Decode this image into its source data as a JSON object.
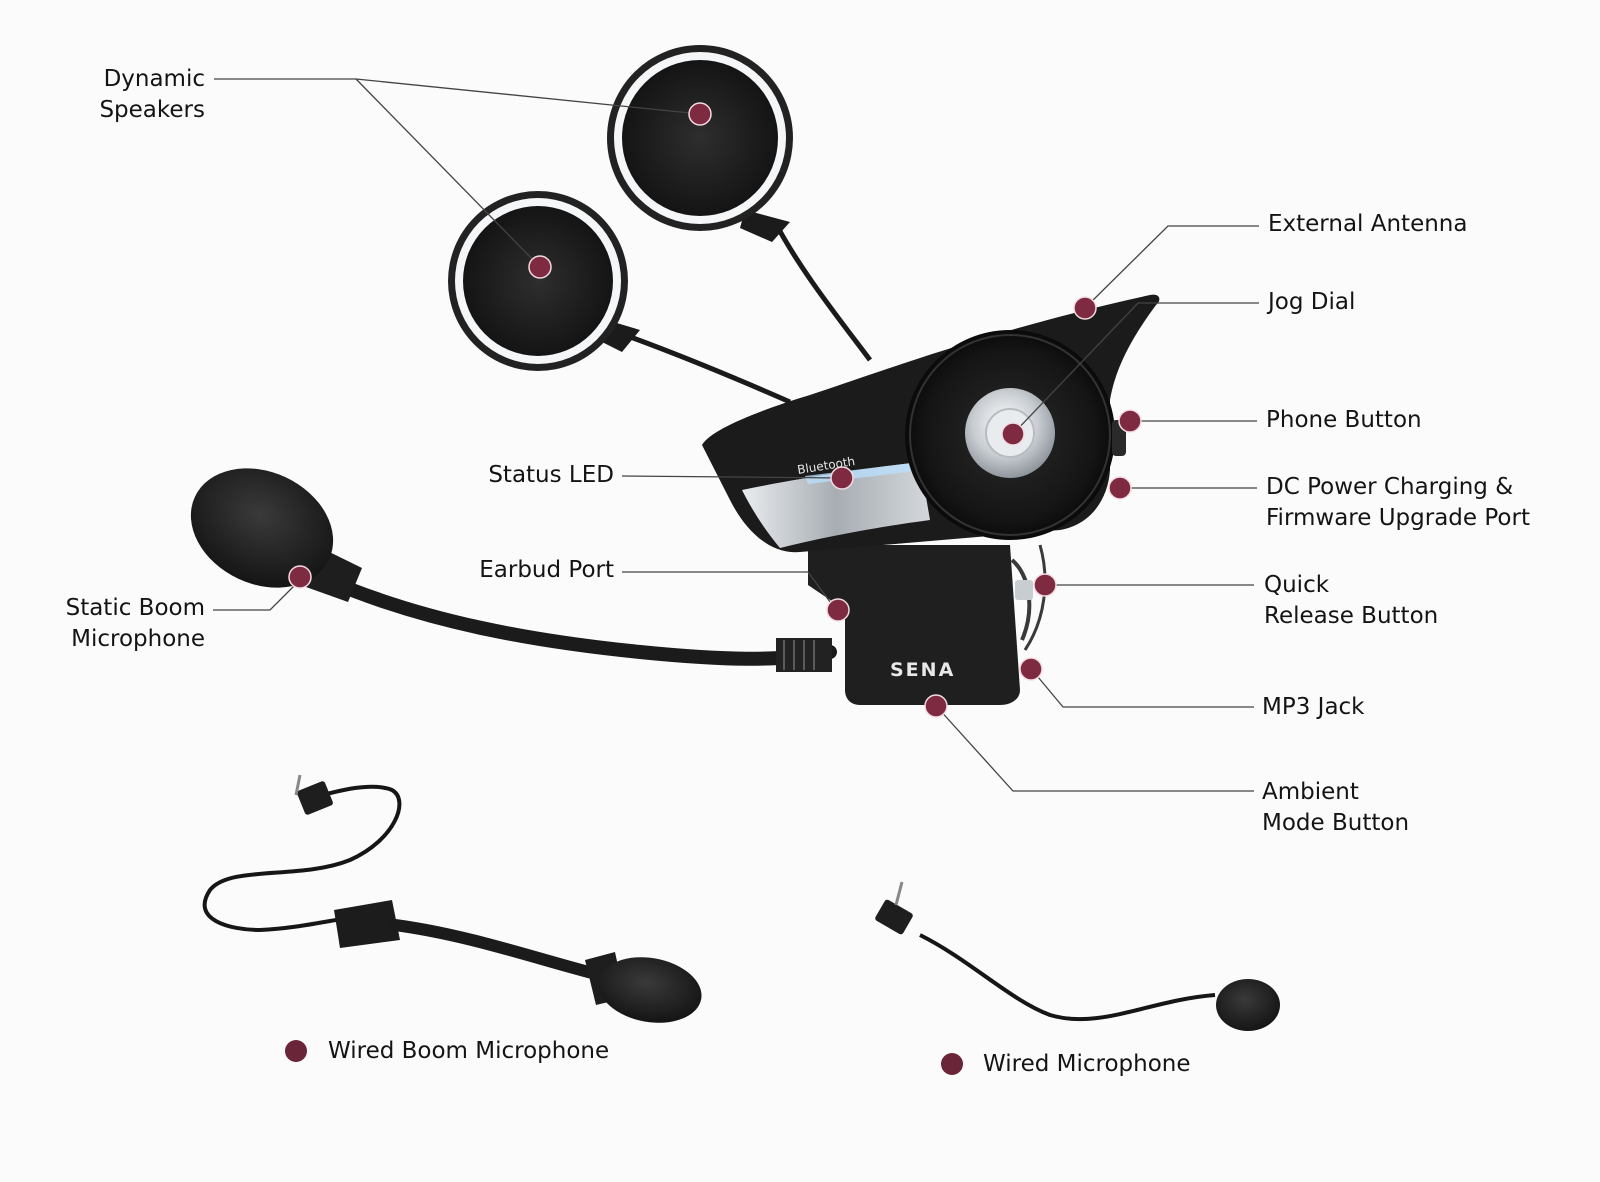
{
  "colors": {
    "callout_dot": "#7e2a40",
    "device_dark": "#1b1b1b",
    "device_silver": "#c9ced3",
    "text": "#141414"
  },
  "labels": {
    "dynamic_speakers": [
      "Dynamic",
      "Speakers"
    ],
    "external_antenna": "External Antenna",
    "jog_dial": "Jog Dial",
    "phone_button": "Phone Button",
    "dc_power": [
      "DC Power Charging &",
      "Firmware Upgrade Port"
    ],
    "status_led": "Status LED",
    "earbud_port": "Earbud Port",
    "quick_release": [
      "Quick",
      "Release Button"
    ],
    "static_boom_mic": [
      "Static Boom",
      "Microphone"
    ],
    "mp3_jack": "MP3 Jack",
    "ambient_mode": [
      "Ambient",
      "Mode Button"
    ],
    "wired_boom_mic": "Wired Boom Microphone",
    "wired_mic": "Wired Microphone"
  },
  "device": {
    "logo_text": "SENA",
    "bluetooth_text": "Bluetooth"
  }
}
